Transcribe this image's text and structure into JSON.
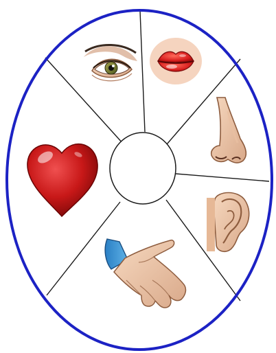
{
  "diagram": {
    "colors": {
      "background": "#ffffff",
      "outline": "#1c22c4",
      "divider": "#1a1a1a",
      "hub": "#ffffff"
    },
    "segments": [
      {
        "sense": "sight",
        "icon": "eye-icon"
      },
      {
        "sense": "taste",
        "icon": "lips-icon"
      },
      {
        "sense": "smell",
        "icon": "nose-icon"
      },
      {
        "sense": "hearing",
        "icon": "ear-icon"
      },
      {
        "sense": "touch",
        "icon": "hand-icon"
      },
      {
        "sense": "feeling",
        "icon": "heart-icon"
      }
    ]
  }
}
